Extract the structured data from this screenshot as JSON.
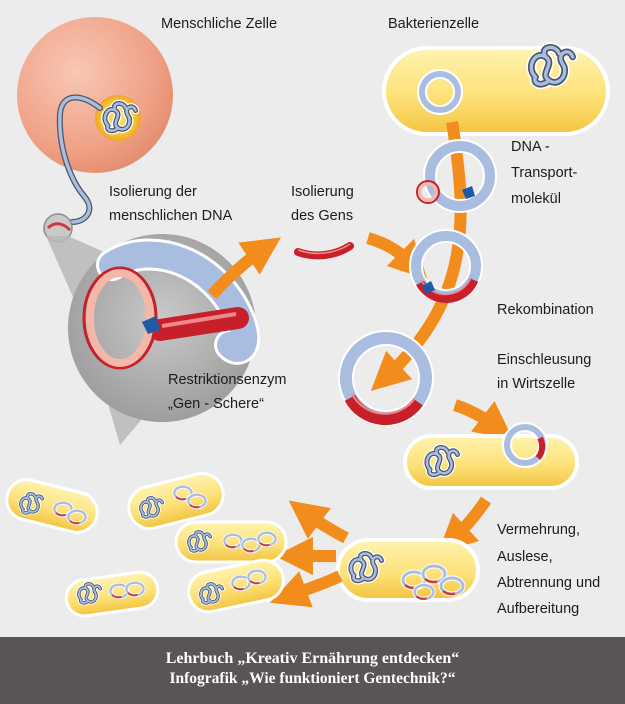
{
  "labels": {
    "human_cell": "Menschliche Zelle",
    "bacterial_cell": "Bakterienzelle",
    "dna_transport": [
      "DNA -",
      "Transport-",
      "molekül"
    ],
    "isolation_dna": [
      "Isolierung der",
      "menschlichen DNA"
    ],
    "isolation_gene": [
      "Isolierung",
      "des Gens"
    ],
    "recombination": "Rekombination",
    "restriction_enzyme": [
      "Restriktionsenzym",
      "„Gen - Schere“"
    ],
    "insertion": [
      "Einschleusung",
      "in Wirtszelle"
    ],
    "multiplication": [
      "Vermehrung,",
      "Auslese,",
      "Abtrennung und",
      "Aufbereitung"
    ]
  },
  "footer": {
    "line1": "Lehrbuch „Kreativ Ernährung entdecken“",
    "line2": "Infografik „Wie funktioniert Gentechnik?“"
  },
  "colors": {
    "background": "#ececed",
    "arrow": "#f28c1c",
    "bacteria_fill": "#fde27a",
    "cell_fill": "#f2a890",
    "dna_blue": "#a9bde0",
    "gene_red": "#c8202a",
    "footer_bg": "#5b5455"
  }
}
